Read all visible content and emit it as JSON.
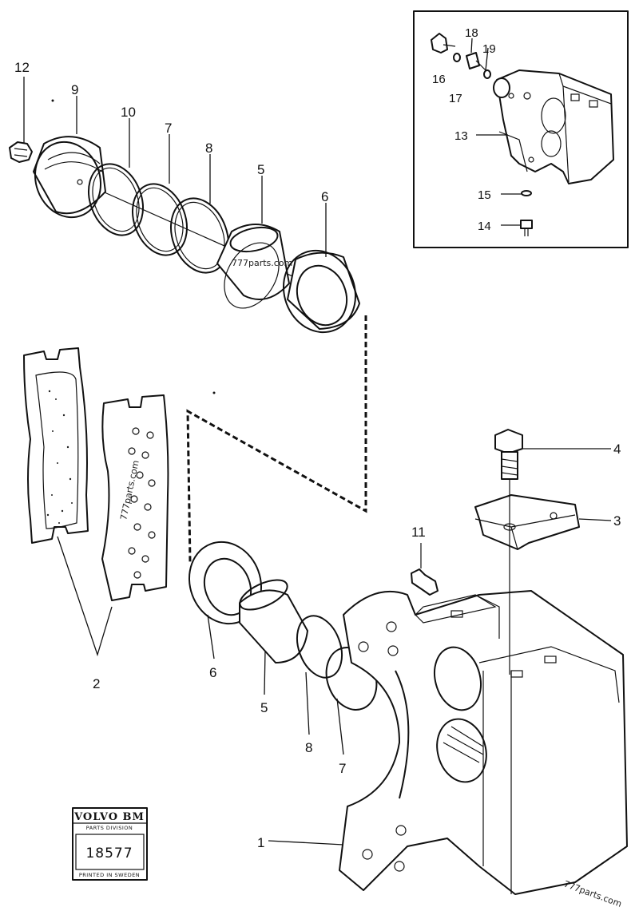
{
  "callouts": {
    "c1": "1",
    "c2": "2",
    "c3": "3",
    "c4": "4",
    "c5a": "5",
    "c5b": "5",
    "c6a": "6",
    "c6b": "6",
    "c7a": "7",
    "c7b": "7",
    "c8a": "8",
    "c8b": "8",
    "c9": "9",
    "c10": "10",
    "c11": "11",
    "c12": "12",
    "c13": "13",
    "c14": "14",
    "c15": "15",
    "c16": "16",
    "c17": "17",
    "c18": "18",
    "c19": "19"
  },
  "watermarks": {
    "piston": "777parts.com",
    "pad": "777parts.com",
    "corner": "777parts.com"
  },
  "stamp": {
    "brand": "VOLVO BM",
    "division": "PARTS DIVISION",
    "number": "18577",
    "printed": "PRINTED IN SWEDEN"
  }
}
